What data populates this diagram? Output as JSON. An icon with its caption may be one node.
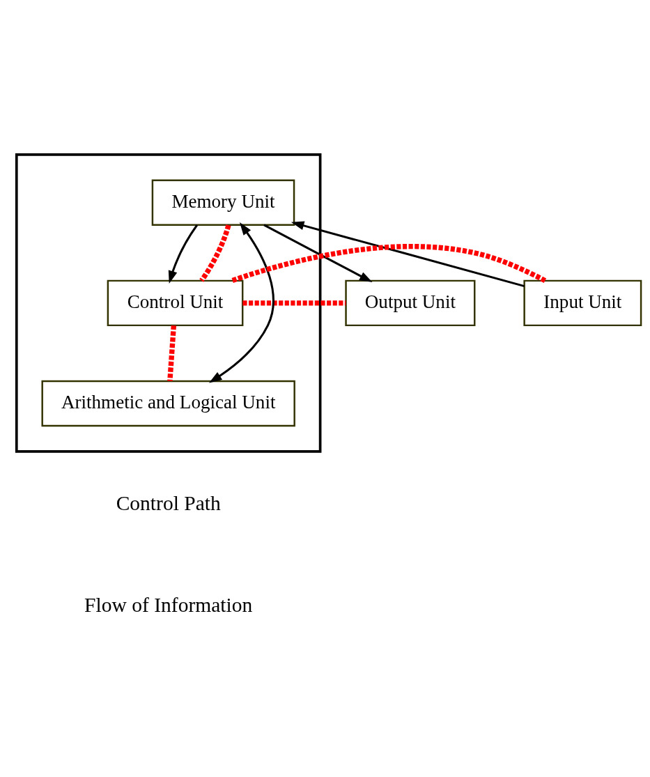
{
  "diagram": {
    "nodes": [
      {
        "text": [],
        "shape": "box"
      },
      {
        "text": [
          "Memory Unit"
        ],
        "in": 0
      },
      {
        "text": [
          "Input Unit"
        ]
      },
      {
        "text": [
          "Control Unit"
        ],
        "in": 0
      },
      {
        "text": [
          "Output Unit"
        ]
      },
      {
        "text": [
          "Arithmetic and Logical Unit"
        ],
        "in": 0
      }
    ],
    "edges": [
      {
        "from": 2,
        "to": 1,
        "arrow": "to"
      },
      {
        "from": 1,
        "to": 4,
        "arrow": "to"
      },
      {
        "from": 1,
        "to": 3,
        "arrow": "to"
      },
      {
        "from": 5,
        "to": 1,
        "arrow": "both"
      },
      {
        "from": 1,
        "to": 3,
        "arrow": "none",
        "style": "dashed",
        "color": "#ff0000"
      },
      {
        "from": 2,
        "to": 3,
        "arrow": "none",
        "style": "dashed",
        "color": "#ff0000"
      },
      {
        "from": 3,
        "to": 4,
        "arrow": "none",
        "style": "dashed",
        "color": "#ff0000"
      },
      {
        "from": 3,
        "to": 5,
        "arrow": "none",
        "style": "dashed",
        "color": "#ff0000"
      }
    ],
    "legend": [
      {
        "text": "Control Path"
      },
      {
        "text": "Flow of Information"
      }
    ]
  }
}
